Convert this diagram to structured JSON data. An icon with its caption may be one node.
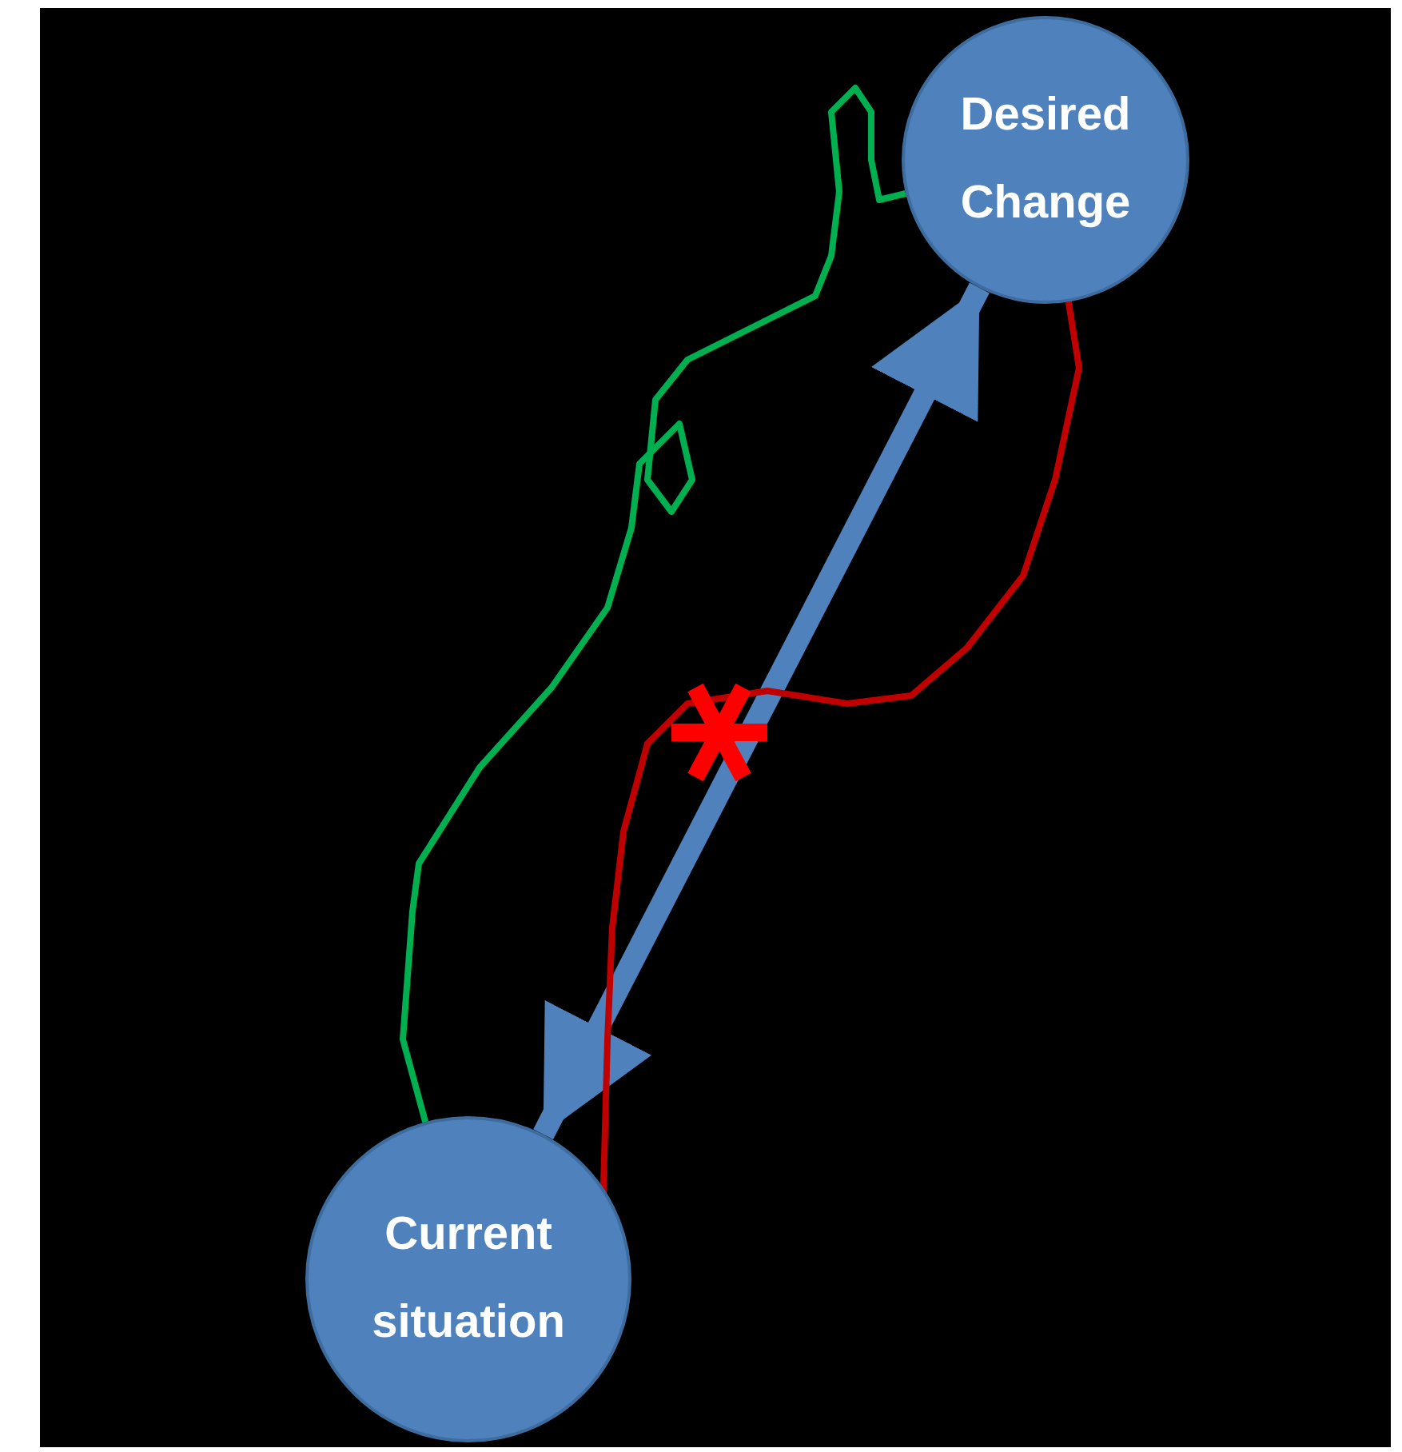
{
  "diagram": {
    "nodes": [
      {
        "text": [
          "Desired Change"
        ]
      },
      {
        "text": [
          "Current situation"
        ]
      }
    ],
    "edges": [
      {
        "from": 1,
        "to": 0,
        "arrow": "both",
        "style": "thick",
        "color": "#4f81bd"
      },
      {
        "from": 1,
        "to": 0,
        "arrow": "none",
        "color": "#00b050"
      },
      {
        "from": 0,
        "to": 1,
        "arrow": "none",
        "color": "#c00000"
      }
    ]
  }
}
